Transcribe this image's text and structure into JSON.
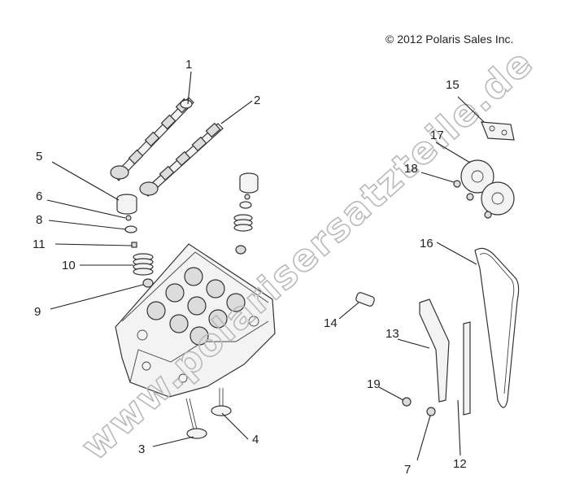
{
  "copyright": "© 2012 Polaris Sales Inc.",
  "watermark": "www.polarisersatzteile.de",
  "callouts": [
    "1",
    "2",
    "3",
    "4",
    "5",
    "6",
    "7",
    "8",
    "9",
    "10",
    "11",
    "12",
    "13",
    "14",
    "15",
    "16",
    "17",
    "18",
    "19"
  ]
}
